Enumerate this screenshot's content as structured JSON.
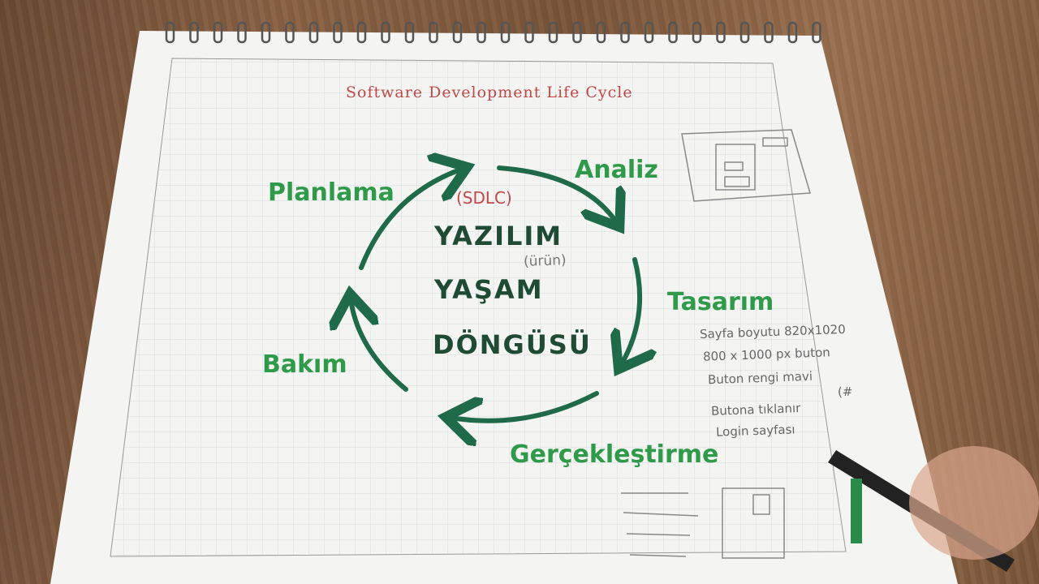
{
  "title": "Software Development Life Cycle",
  "abbreviation": "(SDLC)",
  "center_lines": [
    "YAZILIM",
    "YAŞAM",
    "DÖNGÜSÜ"
  ],
  "center_note": "(ürün)",
  "phases": [
    "Planlama",
    "Analiz",
    "Tasarım",
    "Gerçekleştirme",
    "Bakım"
  ],
  "notes": [
    "Sayfa boyutu 820x1020",
    "800 x 1000 px buton",
    "Buton rengi mavi",
    "(#",
    "Butona tıklanır",
    "Login sayfası"
  ],
  "colors": {
    "phase_text": "#2f9a4a",
    "arrows": "#1f6a48",
    "title": "#c04848",
    "center_text": "#1f4a34"
  }
}
